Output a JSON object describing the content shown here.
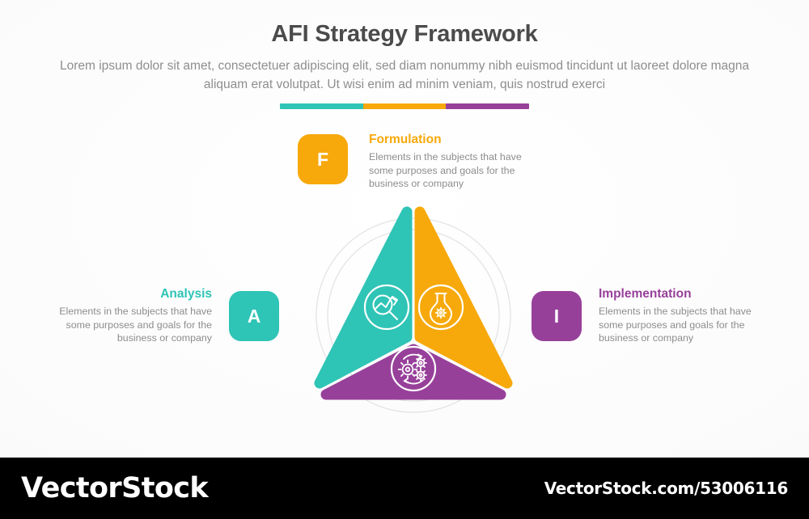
{
  "header": {
    "title": "AFI Strategy Framework",
    "subtitle": "Lorem ipsum dolor sit amet, consectetuer adipiscing elit, sed diam nonummy nibh euismod tincidunt ut laoreet dolore magna aliquam erat volutpat. Ut wisi enim ad minim veniam, quis nostrud exerci"
  },
  "colors": {
    "analysis": "#2EC4B6",
    "formulation": "#F7A90B",
    "implementation": "#97409A",
    "title_text": "#4b4b4b",
    "body_text": "#8d8d8d",
    "background": "#f5f5f5",
    "footer_background": "#000000"
  },
  "accent_bar": {
    "segments": [
      "#2EC4B6",
      "#F7A90B",
      "#97409A"
    ]
  },
  "blocks": [
    {
      "key": "formulation",
      "badge_letter": "F",
      "heading": "Formulation",
      "description": "Elements in the subjects that have some purposes and goals for the business or company",
      "color": "#F7A90B",
      "icon": "flask-gear-icon"
    },
    {
      "key": "analysis",
      "badge_letter": "A",
      "heading": "Analysis",
      "description": "Elements in the subjects that have some purposes and goals for the business or company",
      "color": "#2EC4B6",
      "icon": "magnifier-chart-icon"
    },
    {
      "key": "implementation",
      "badge_letter": "I",
      "heading": "Implementation",
      "description": "Elements in the subjects that have some purposes and goals for the business or company",
      "color": "#97409A",
      "icon": "gears-cycle-icon"
    }
  ],
  "diagram": {
    "type": "triangle-three-segment",
    "segments": [
      {
        "name": "analysis",
        "position": "left",
        "color": "#2EC4B6",
        "icon": "magnifier-chart-icon"
      },
      {
        "name": "formulation",
        "position": "right",
        "color": "#F7A90B",
        "icon": "flask-gear-icon"
      },
      {
        "name": "implementation",
        "position": "bottom",
        "color": "#97409A",
        "icon": "gears-cycle-icon"
      }
    ],
    "decor": "concentric-guide-circles"
  },
  "footer": {
    "logo": "VectorStock",
    "url": "VectorStock.com/53006116"
  }
}
